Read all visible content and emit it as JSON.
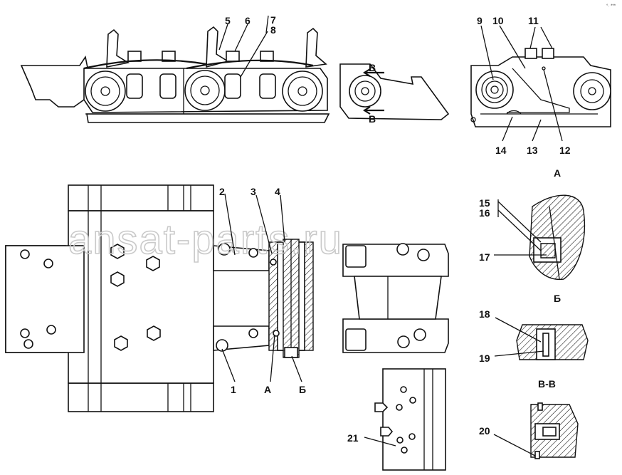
{
  "watermark": "ansat-parts.ru",
  "corner_mark": "°· ***",
  "callouts": {
    "c1": "1",
    "c2": "2",
    "c3": "3",
    "c4": "4",
    "c5": "5",
    "c6": "6",
    "c7": "7",
    "c8": "8",
    "c9": "9",
    "c10": "10",
    "c11": "11",
    "c12": "12",
    "c13": "13",
    "c14": "14",
    "c15": "15",
    "c16": "16",
    "c17": "17",
    "c18": "18",
    "c19": "19",
    "c20": "20",
    "c21": "21"
  },
  "markers": {
    "view_a": "А",
    "view_b": "Б",
    "cut_v_top": "В",
    "cut_v_bottom": "В"
  },
  "section_titles": {
    "detail_a": "А",
    "detail_b": "Б",
    "section_vv": "В-В"
  }
}
